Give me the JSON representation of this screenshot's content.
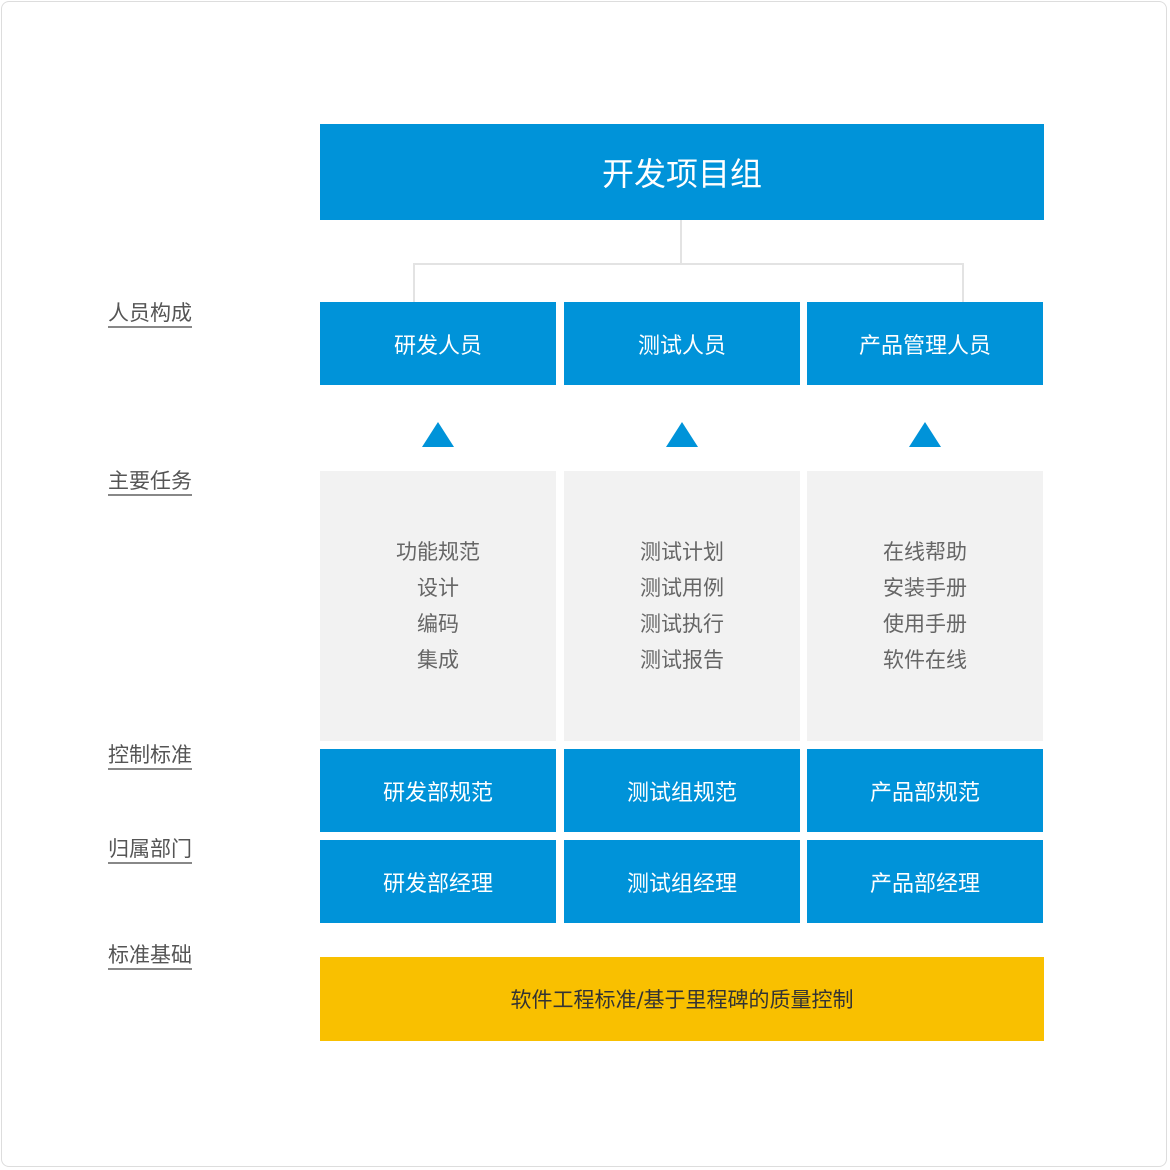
{
  "title": "开发项目组",
  "row_labels": [
    "人员构成",
    "主要任务",
    "控制标准",
    "归属部门",
    "标准基础"
  ],
  "columns": [
    {
      "role": "研发人员",
      "tasks": [
        "功能规范",
        "设计",
        "编码",
        "集成"
      ],
      "standard": "研发部规范",
      "department": "研发部经理"
    },
    {
      "role": "测试人员",
      "tasks": [
        "测试计划",
        "测试用例",
        "测试执行",
        "测试报告"
      ],
      "standard": "测试组规范",
      "department": "测试组经理"
    },
    {
      "role": "产品管理人员",
      "tasks": [
        "在线帮助",
        "安装手册",
        "使用手册",
        "软件在线"
      ],
      "standard": "产品部规范",
      "department": "产品部经理"
    }
  ],
  "foundation": "软件工程标准/基于里程碑的质量控制",
  "colors": {
    "blue": "#0093D9",
    "yellow": "#F9C000",
    "gray": "#F2F2F2"
  }
}
